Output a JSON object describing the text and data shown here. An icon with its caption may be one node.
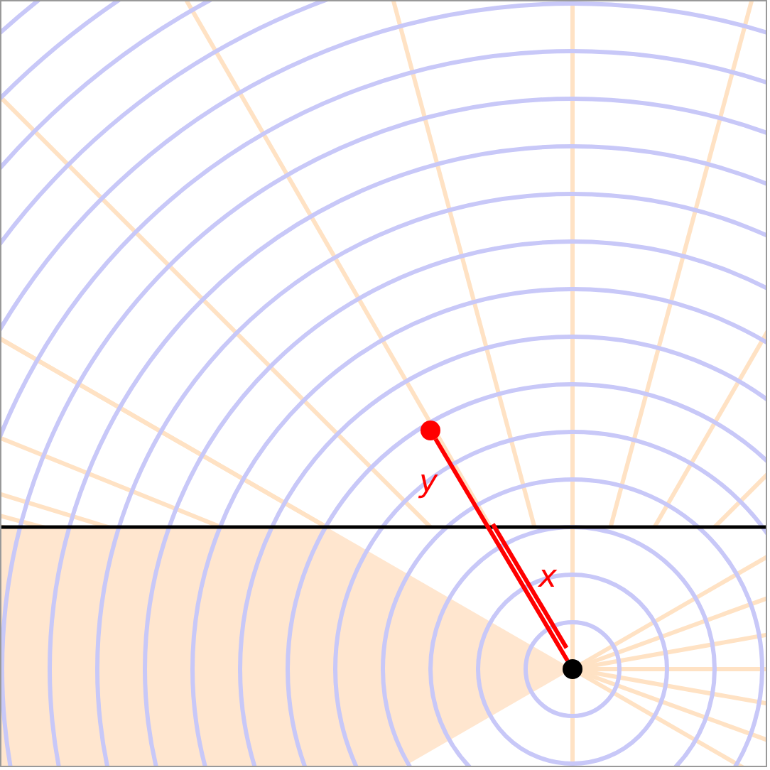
{
  "diagram": {
    "nodes": [
      {
        "text": [],
        "shape": "circle"
      },
      {
        "text": [],
        "shape": "circle"
      }
    ],
    "edges": [
      {
        "from": 1,
        "to": 0,
        "arrow": "none",
        "color": "#ff0000"
      }
    ],
    "labels": [
      "y",
      "x"
    ]
  }
}
